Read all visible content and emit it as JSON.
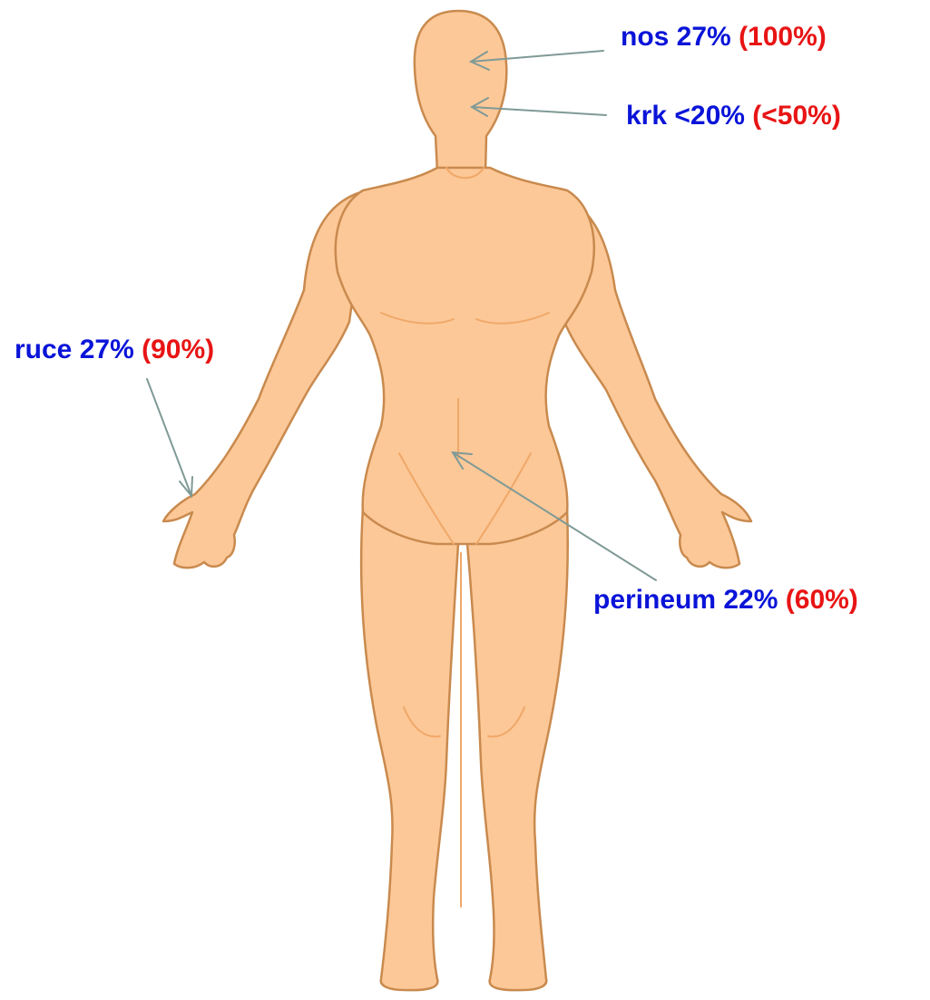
{
  "colors": {
    "skin": "#fcc898",
    "skin_shade": "#f3ad72",
    "outline": "#c98a4e",
    "arrow": "#7f9a96",
    "primary_text": "#0a14d8",
    "secondary_text": "#e81414"
  },
  "annotations": {
    "nose": {
      "label": "nos 27%",
      "value": "(100%)"
    },
    "throat": {
      "label": "krk <20%",
      "value": "(<50%)"
    },
    "hands": {
      "label": "ruce 27%",
      "value": "(90%)"
    },
    "perineum": {
      "label": "perineum 22%",
      "value": "(60%)"
    }
  }
}
